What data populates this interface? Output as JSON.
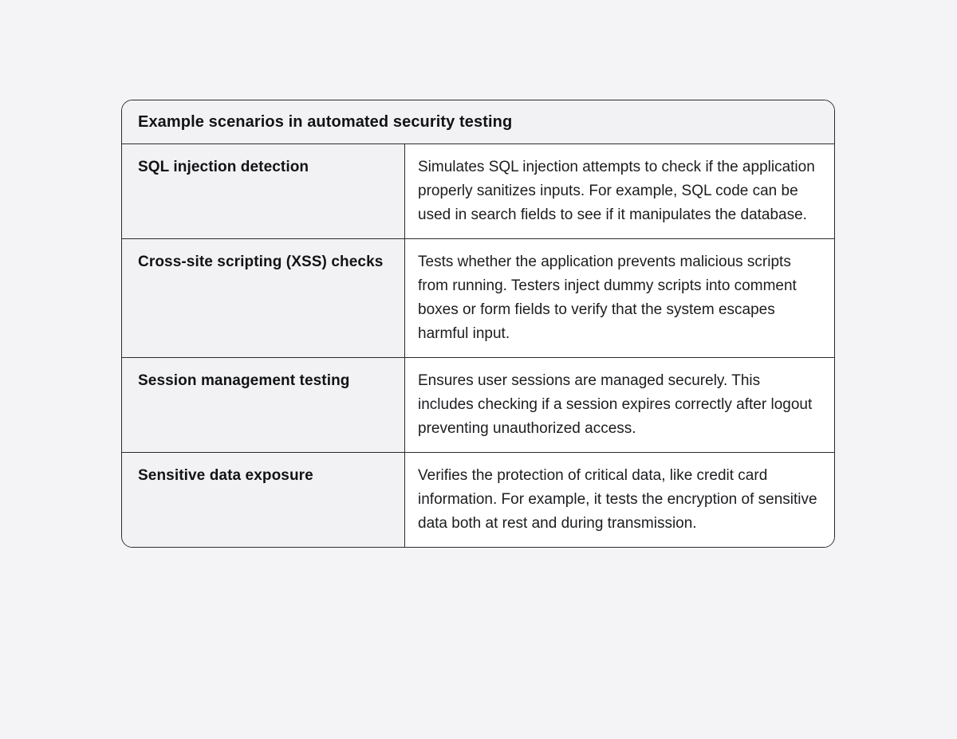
{
  "table": {
    "title": "Example scenarios in automated security testing",
    "rows": [
      {
        "label": "SQL injection detection",
        "description": "Simulates SQL injection attempts to check if the application properly sanitizes inputs. For example, SQL code can be used in search fields to see if it manipulates the database."
      },
      {
        "label": "Cross-site scripting (XSS) checks",
        "description": "Tests whether the application prevents malicious scripts from running. Testers inject dummy scripts into comment boxes or form fields to verify that the system escapes harmful input."
      },
      {
        "label": "Session management testing",
        "description": "Ensures user sessions are managed securely. This includes checking if a session expires correctly after logout preventing unauthorized access."
      },
      {
        "label": "Sensitive data exposure",
        "description": "Verifies the protection of critical data, like credit card information. For example, it tests the encryption of sensitive data both at rest and during transmission."
      }
    ],
    "colors": {
      "page_bg": "#f4f4f6",
      "header_bg": "#f2f2f4",
      "label_bg": "#f2f2f4",
      "desc_bg": "#ffffff",
      "border": "#2b2b2e",
      "text": "#1c1d1f"
    }
  }
}
